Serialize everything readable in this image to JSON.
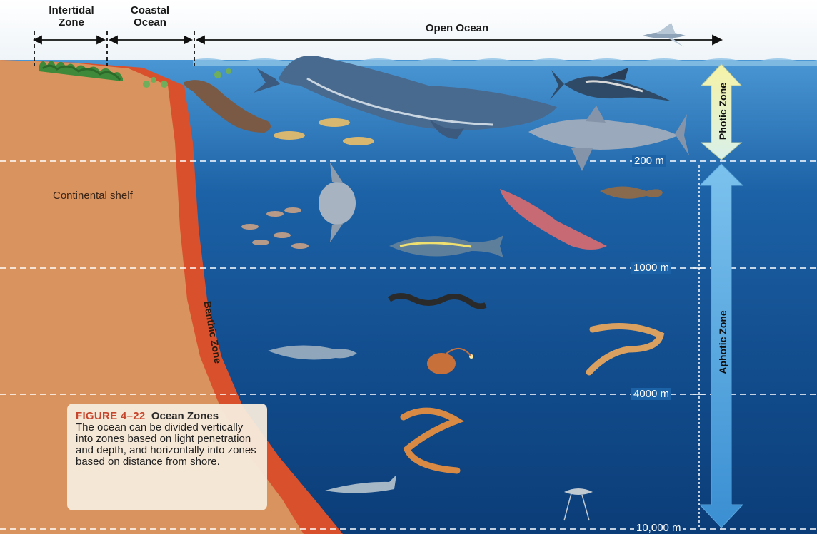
{
  "horizontal_zones": {
    "intertidal": "Intertidal\nZone",
    "coastal": "Coastal\nOcean",
    "open": "Open Ocean"
  },
  "vertical_zones": {
    "photic": "Photic Zone",
    "aphotic": "Aphotic Zone"
  },
  "depths": [
    "200 m",
    "1000 m",
    "4000 m",
    "10,000 m"
  ],
  "labels": {
    "continental_shelf": "Continental shelf",
    "benthic": "Benthic Zone"
  },
  "caption": {
    "figure_number": "FIGURE 4–22",
    "title": "Ocean Zones",
    "text": "The ocean can be divided vertically into zones based on light penetration and depth, and horizontally into zones based on distance from shore."
  },
  "colors": {
    "surface_water": "#3f8fd0",
    "deep_water": "#0d3f7c",
    "shelf_sand": "#d9935e",
    "slope_red": "#d9502d",
    "photic_arrow": "#f4f0a0",
    "aphotic_arrow": "#4aa3e0",
    "caption_accent": "#c6452c"
  },
  "icons": [
    "whale-icon",
    "marlin-icon",
    "shark-icon",
    "seal-icon",
    "fish-icon",
    "sunfish-icon",
    "squid-icon",
    "tuna-icon",
    "eel-icon",
    "anglerfish-icon",
    "gulper-eel-icon",
    "flying-fish-icon"
  ]
}
